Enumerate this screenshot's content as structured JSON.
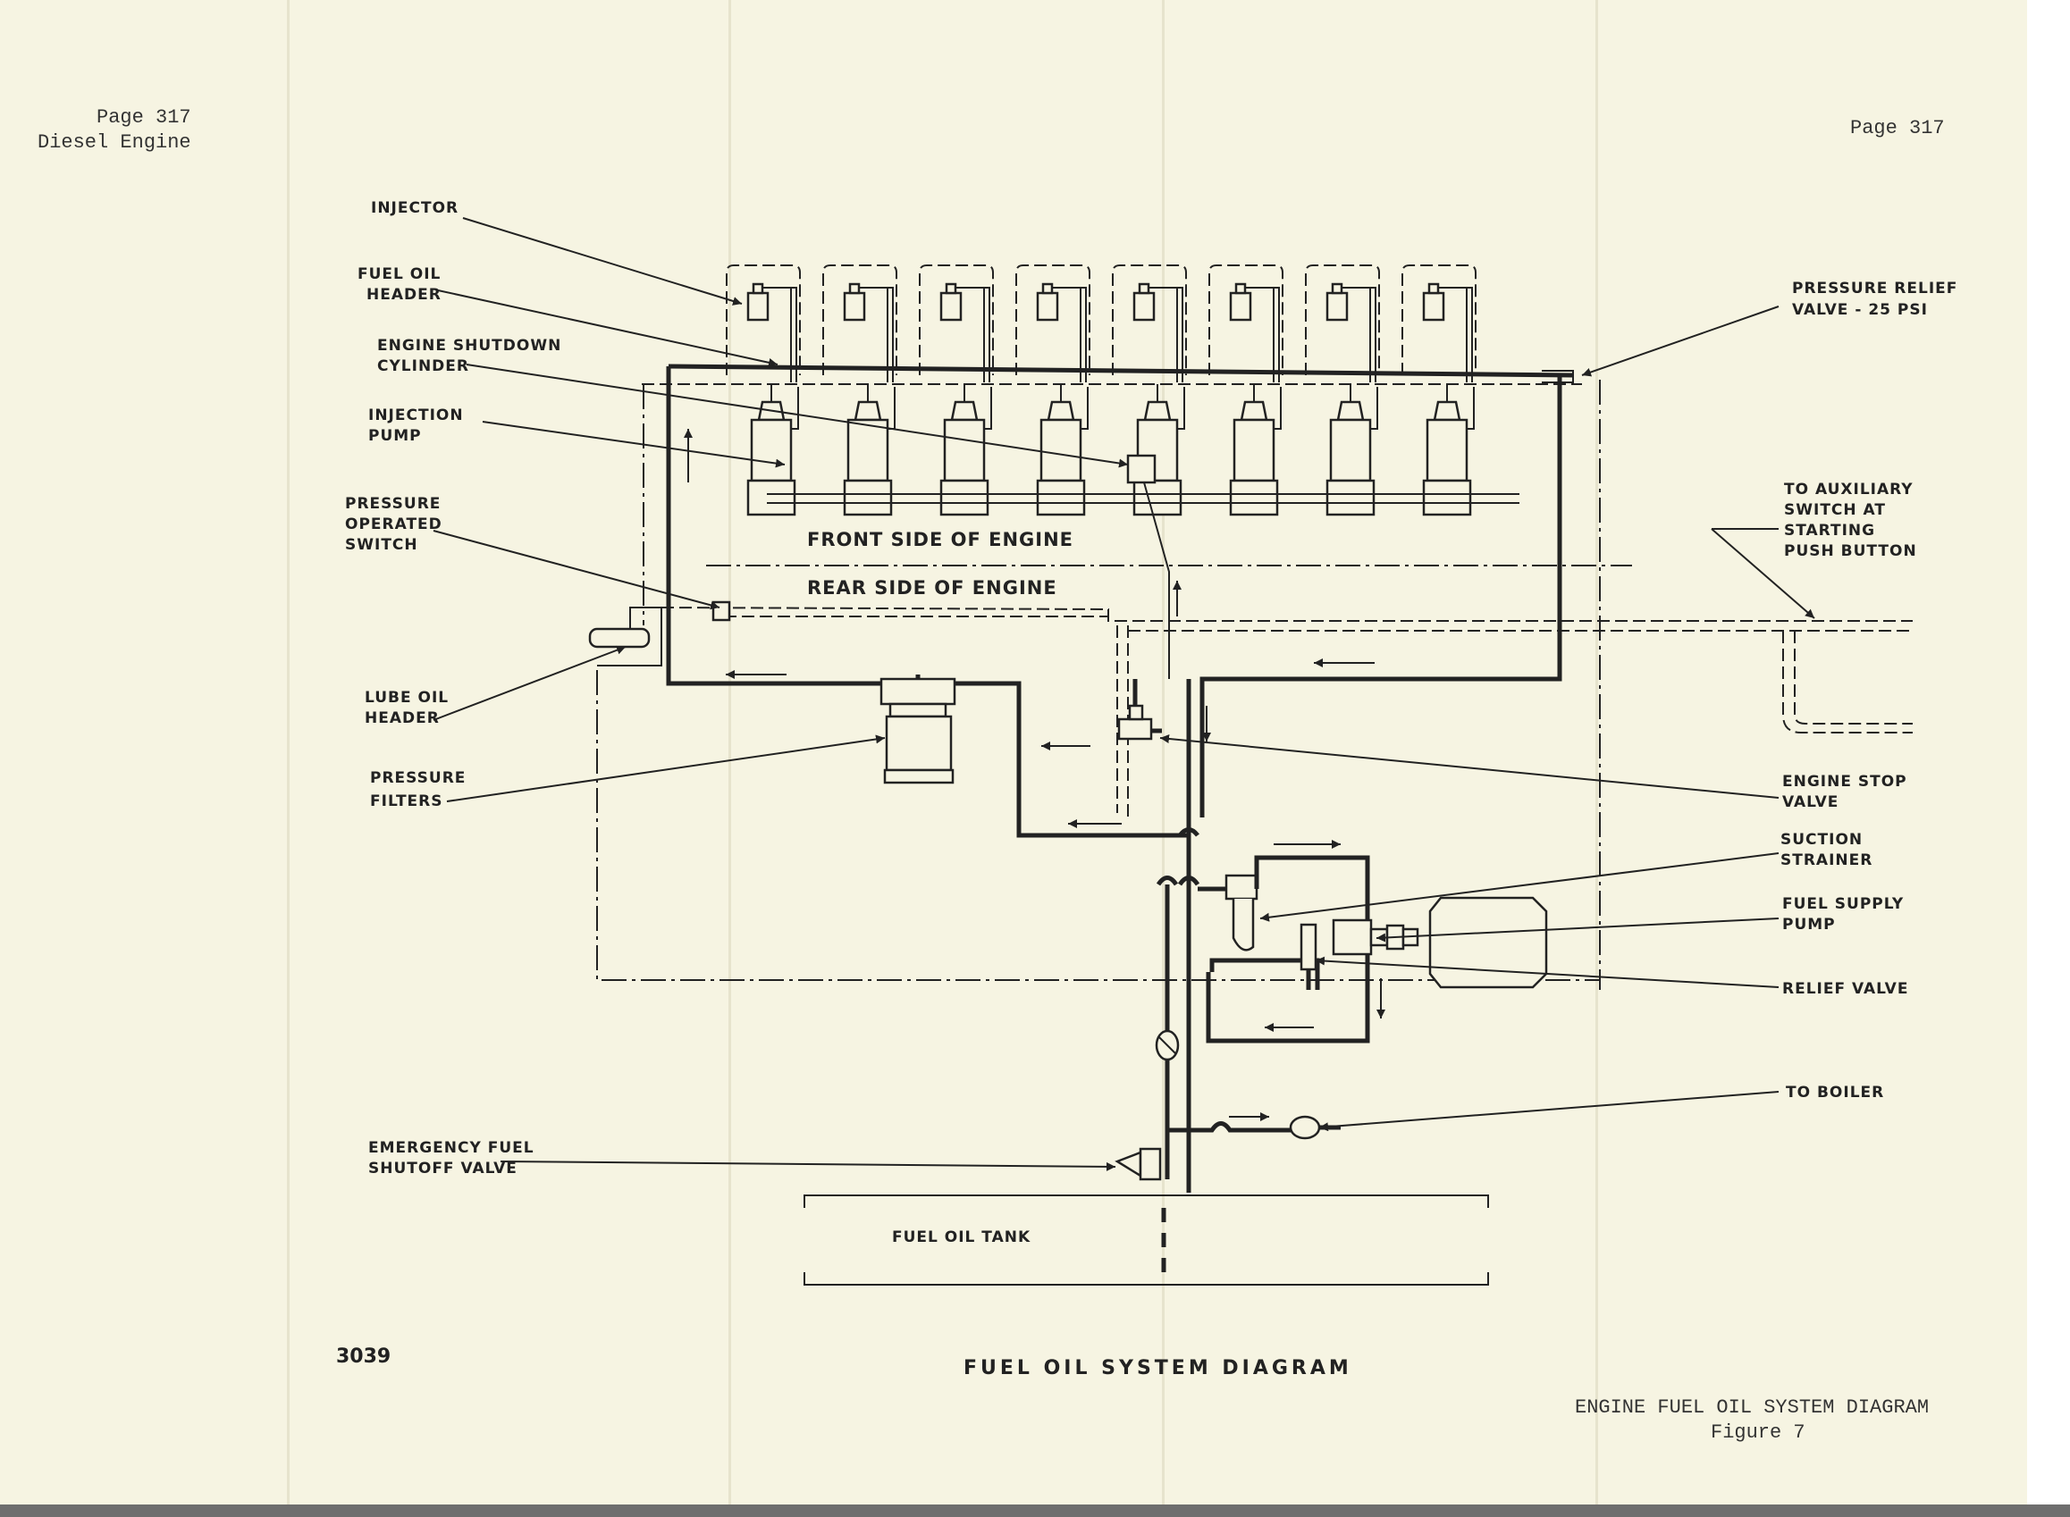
{
  "header": {
    "page_left": "Page 317",
    "book_title": "Diesel Engine",
    "page_right": "Page 317"
  },
  "labels": {
    "injector": [
      "INJECTOR"
    ],
    "fuel_oil_header": [
      "FUEL OIL",
      "HEADER"
    ],
    "engine_shutdown_cylinder": [
      "ENGINE SHUTDOWN",
      "CYLINDER"
    ],
    "injection_pump": [
      "INJECTION",
      "PUMP"
    ],
    "pressure_operated_switch": [
      "PRESSURE",
      "OPERATED",
      "SWITCH"
    ],
    "lube_oil_header": [
      "LUBE OIL",
      "HEADER"
    ],
    "pressure_filters": [
      "PRESSURE",
      "FILTERS"
    ],
    "emergency_fuel_shutoff_valve": [
      "EMERGENCY FUEL",
      "SHUTOFF VALVE"
    ],
    "pressure_relief_valve": [
      "PRESSURE RELIEF",
      "VALVE - 25 PSI"
    ],
    "to_auxiliary_switch": [
      "TO AUXILIARY",
      "SWITCH AT",
      "STARTING",
      "PUSH BUTTON"
    ],
    "engine_stop_valve": [
      "ENGINE STOP",
      "VALVE"
    ],
    "suction_strainer": [
      "SUCTION",
      "STRAINER"
    ],
    "fuel_supply_pump": [
      "FUEL SUPPLY",
      "PUMP"
    ],
    "relief_valve": [
      "RELIEF VALVE"
    ],
    "to_boiler": [
      "TO BOILER"
    ],
    "front_side": "FRONT SIDE OF ENGINE",
    "rear_side": "REAR SIDE OF ENGINE",
    "fuel_oil_tank": "FUEL OIL TANK"
  },
  "footer": {
    "drawing_number": "3039",
    "diagram_title": "FUEL OIL SYSTEM DIAGRAM",
    "caption_title": "ENGINE FUEL OIL SYSTEM DIAGRAM",
    "figure": "Figure 7"
  },
  "colors": {
    "paper": "#f6f4e2",
    "ink": "#222222"
  }
}
